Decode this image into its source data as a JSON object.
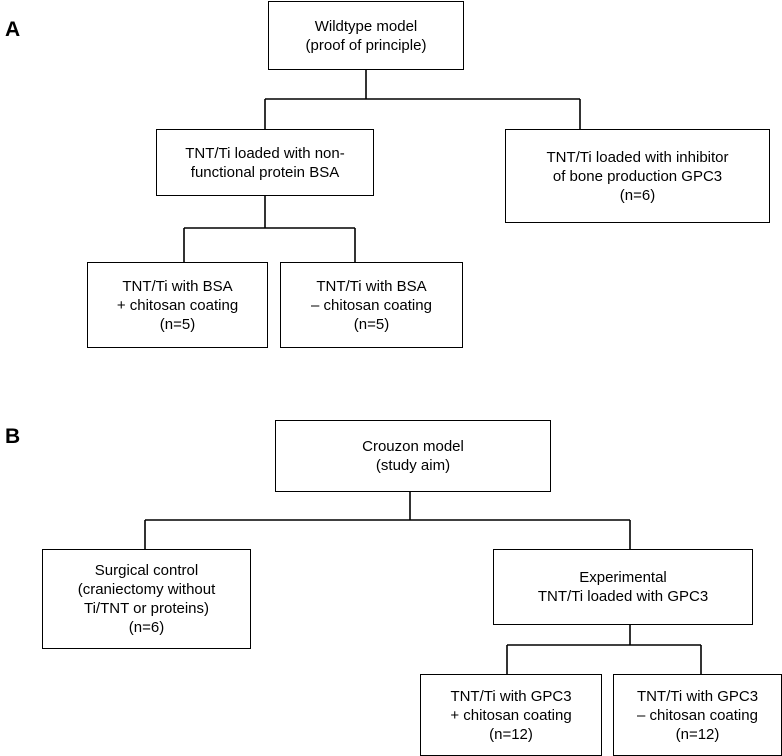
{
  "panel_a": {
    "label": "A",
    "root": {
      "line1": "Wildtype model",
      "line2": "(proof of principle)"
    },
    "bsa": {
      "line1": "TNT/Ti loaded with non-",
      "line2": "functional protein BSA"
    },
    "gpc3": {
      "line1": "TNT/Ti loaded with inhibitor",
      "line2": "of bone production GPC3",
      "line3": "(n=6)"
    },
    "bsa_plus": {
      "line1": "TNT/Ti with BSA",
      "line2": "+ chitosan coating",
      "line3": "(n=5)"
    },
    "bsa_minus": {
      "line1": "TNT/Ti with BSA",
      "line2": "– chitosan coating",
      "line3": "(n=5)"
    }
  },
  "panel_b": {
    "label": "B",
    "root": {
      "line1": "Crouzon model",
      "line2": "(study aim)"
    },
    "surgical": {
      "line1": "Surgical control",
      "line2": "(craniectomy without",
      "line3": "Ti/TNT or proteins)",
      "line4": "(n=6)"
    },
    "experimental": {
      "line1": "Experimental",
      "line2": "TNT/Ti loaded with GPC3"
    },
    "gpc3_plus": {
      "line1": "TNT/Ti with GPC3",
      "line2": "+ chitosan coating",
      "line3": "(n=12)"
    },
    "gpc3_minus": {
      "line1": "TNT/Ti with GPC3",
      "line2": "– chitosan coating",
      "line3": "(n=12)"
    }
  }
}
